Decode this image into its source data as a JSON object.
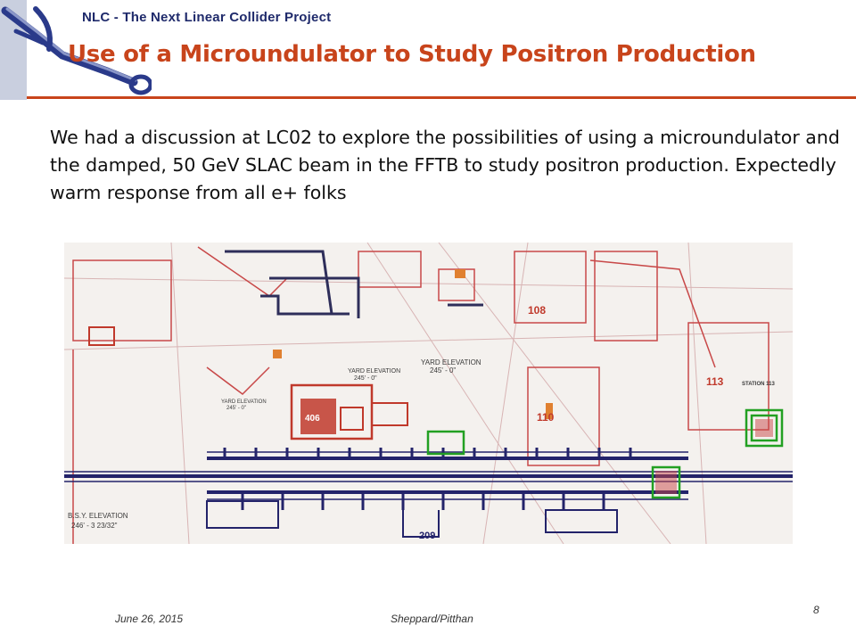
{
  "header": {
    "org": "NLC - The Next Linear Collider Project",
    "title": "Use of a Microundulator to Study Positron Production"
  },
  "body": {
    "paragraph": "We had a discussion at LC02 to explore the possibilities of using a microundulator and the damped, 50 GeV SLAC beam in the FFTB to study positron production. Expectedly warm response from all e+ folks"
  },
  "figure": {
    "yard_elevation_1": "YARD ELEVATION",
    "yard_elevation_1_val": "245' - 0\"",
    "yard_elevation_2": "YARD ELEVATION",
    "yard_elevation_2_val": "245' - 0\"",
    "yard_elevation_3": "YARD ELEVATION",
    "yard_elevation_3_val": "245' - 0\"",
    "bsy_elevation": "B.S.Y. ELEVATION",
    "bsy_elevation_val": "246' - 3 23/32\"",
    "bldg_406": "406",
    "bldg_108": "108",
    "bldg_110": "110",
    "bldg_113": "113",
    "bldg_209": "209",
    "station_113": "STATION 113"
  },
  "footer": {
    "date": "June 26, 2015",
    "author": "Sheppard/Pitthan",
    "page": "8"
  },
  "colors": {
    "title": "#c8441b",
    "org": "#1f2a6b",
    "rule": "#c8441b"
  }
}
